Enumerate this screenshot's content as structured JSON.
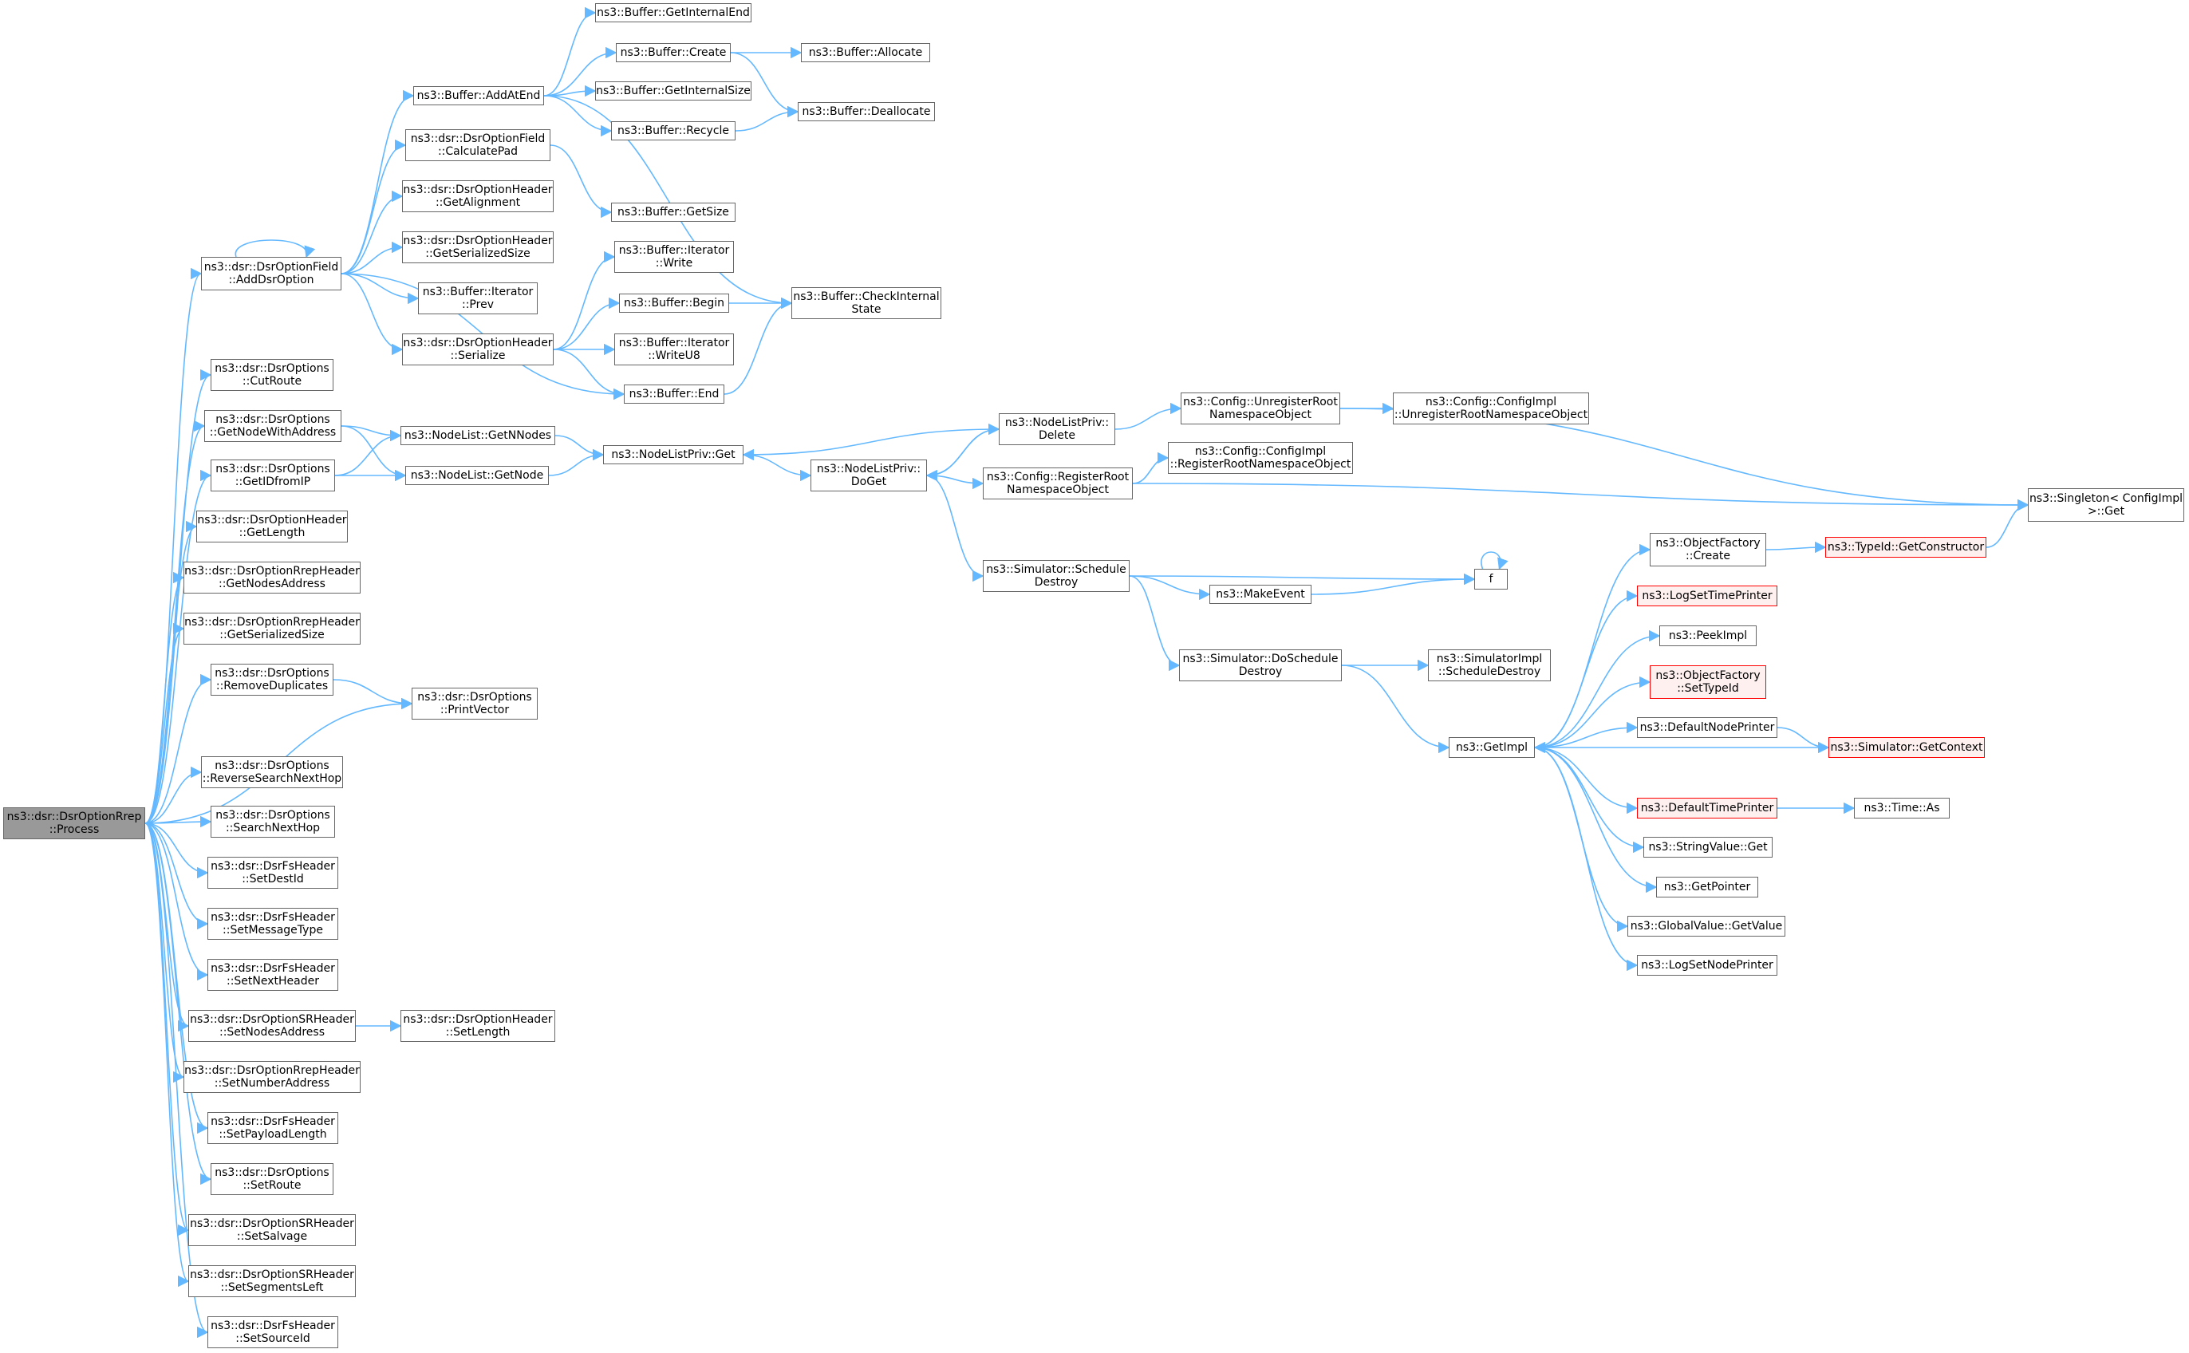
{
  "colors": {
    "edge": "#63b8ff",
    "node_border": "#666666",
    "root_fill": "#999999",
    "incomplete_border": "#ff0000",
    "incomplete_fill": "#fff0f0"
  },
  "nodes": {
    "process": [
      "ns3::dsr::DsrOptionRrep",
      "::Process"
    ],
    "addDsrOption": [
      "ns3::dsr::DsrOptionField",
      "::AddDsrOption"
    ],
    "cutRoute": [
      "ns3::dsr::DsrOptions",
      "::CutRoute"
    ],
    "getNodeWithAddress": [
      "ns3::dsr::DsrOptions",
      "::GetNodeWithAddress"
    ],
    "getIDfromIP": [
      "ns3::dsr::DsrOptions",
      "::GetIDfromIP"
    ],
    "hdrGetLength": [
      "ns3::dsr::DsrOptionHeader",
      "::GetLength"
    ],
    "rrepGetNodesAddress": [
      "ns3::dsr::DsrOptionRrepHeader",
      "::GetNodesAddress"
    ],
    "rrepGetSerializedSize": [
      "ns3::dsr::DsrOptionRrepHeader",
      "::GetSerializedSize"
    ],
    "removeDuplicates": [
      "ns3::dsr::DsrOptions",
      "::RemoveDuplicates"
    ],
    "reverseSearchNextHop": [
      "ns3::dsr::DsrOptions",
      "::ReverseSearchNextHop"
    ],
    "searchNextHop": [
      "ns3::dsr::DsrOptions",
      "::SearchNextHop"
    ],
    "setDestId": [
      "ns3::dsr::DsrFsHeader",
      "::SetDestId"
    ],
    "setMessageType": [
      "ns3::dsr::DsrFsHeader",
      "::SetMessageType"
    ],
    "setNextHeader": [
      "ns3::dsr::DsrFsHeader",
      "::SetNextHeader"
    ],
    "srSetNodesAddress": [
      "ns3::dsr::DsrOptionSRHeader",
      "::SetNodesAddress"
    ],
    "rrepSetNumberAddress": [
      "ns3::dsr::DsrOptionRrepHeader",
      "::SetNumberAddress"
    ],
    "setPayloadLength": [
      "ns3::dsr::DsrFsHeader",
      "::SetPayloadLength"
    ],
    "setRoute": [
      "ns3::dsr::DsrOptions",
      "::SetRoute"
    ],
    "setSalvage": [
      "ns3::dsr::DsrOptionSRHeader",
      "::SetSalvage"
    ],
    "setSegmentsLeft": [
      "ns3::dsr::DsrOptionSRHeader",
      "::SetSegmentsLeft"
    ],
    "setSourceId": [
      "ns3::dsr::DsrFsHeader",
      "::SetSourceId"
    ],
    "addAtEnd": [
      "ns3::Buffer::AddAtEnd"
    ],
    "calculatePad": [
      "ns3::dsr::DsrOptionField",
      "::CalculatePad"
    ],
    "getAlignment": [
      "ns3::dsr::DsrOptionHeader",
      "::GetAlignment"
    ],
    "hdrGetSerializedSize": [
      "ns3::dsr::DsrOptionHeader",
      "::GetSerializedSize"
    ],
    "iterPrev": [
      "ns3::Buffer::Iterator",
      "::Prev"
    ],
    "hdrSerialize": [
      "ns3::dsr::DsrOptionHeader",
      "::Serialize"
    ],
    "nlGetNNodes": [
      "ns3::NodeList::GetNNodes"
    ],
    "nlGetNode": [
      "ns3::NodeList::GetNode"
    ],
    "printVector": [
      "ns3::dsr::DsrOptions",
      "::PrintVector"
    ],
    "hdrSetLength": [
      "ns3::dsr::DsrOptionHeader",
      "::SetLength"
    ],
    "getInternalEnd": [
      "ns3::Buffer::GetInternalEnd"
    ],
    "bufCreate": [
      "ns3::Buffer::Create"
    ],
    "getInternalSize": [
      "ns3::Buffer::GetInternalSize"
    ],
    "bufRecycle": [
      "ns3::Buffer::Recycle"
    ],
    "bufGetSize": [
      "ns3::Buffer::GetSize"
    ],
    "iterWrite": [
      "ns3::Buffer::Iterator",
      "::Write"
    ],
    "bufBegin": [
      "ns3::Buffer::Begin"
    ],
    "iterWriteU8": [
      "ns3::Buffer::Iterator",
      "::WriteU8"
    ],
    "bufEnd": [
      "ns3::Buffer::End"
    ],
    "nlpGet": [
      "ns3::NodeListPriv::Get"
    ],
    "bufAllocate": [
      "ns3::Buffer::Allocate"
    ],
    "bufDeallocate": [
      "ns3::Buffer::Deallocate"
    ],
    "checkInternalState": [
      "ns3::Buffer::CheckInternal",
      "State"
    ],
    "nlpDoGet": [
      "ns3::NodeListPriv::",
      "DoGet"
    ],
    "nlpDelete": [
      "ns3::NodeListPriv::",
      "Delete"
    ],
    "registerRoot": [
      "ns3::Config::RegisterRoot",
      "NamespaceObject"
    ],
    "scheduleDestroy": [
      "ns3::Simulator::Schedule",
      "Destroy"
    ],
    "unregisterRoot": [
      "ns3::Config::UnregisterRoot",
      "NamespaceObject"
    ],
    "cfgImplRegister": [
      "ns3::Config::ConfigImpl",
      "::RegisterRootNamespaceObject"
    ],
    "makeEvent": [
      "ns3::MakeEvent"
    ],
    "doScheduleDestroy": [
      "ns3::Simulator::DoSchedule",
      "Destroy"
    ],
    "cfgImplUnregister": [
      "ns3::Config::ConfigImpl",
      "::UnregisterRootNamespaceObject"
    ],
    "f": [
      "f"
    ],
    "simImplScheduleDestroy": [
      "ns3::SimulatorImpl",
      "::ScheduleDestroy"
    ],
    "getImpl": [
      "ns3::GetImpl"
    ],
    "objFactoryCreate": [
      "ns3::ObjectFactory",
      "::Create"
    ],
    "logSetTimePrinter": [
      "ns3::LogSetTimePrinter"
    ],
    "peekImpl": [
      "ns3::PeekImpl"
    ],
    "objFactorySetTypeId": [
      "ns3::ObjectFactory",
      "::SetTypeId"
    ],
    "defaultNodePrinter": [
      "ns3::DefaultNodePrinter"
    ],
    "defaultTimePrinter": [
      "ns3::DefaultTimePrinter"
    ],
    "stringValueGet": [
      "ns3::StringValue::Get"
    ],
    "getPointer": [
      "ns3::GetPointer"
    ],
    "globalValueGetValue": [
      "ns3::GlobalValue::GetValue"
    ],
    "logSetNodePrinter": [
      "ns3::LogSetNodePrinter"
    ],
    "getConstructor": [
      "ns3::TypeId::GetConstructor"
    ],
    "simGetContext": [
      "ns3::Simulator::GetContext"
    ],
    "timeAs": [
      "ns3::Time::As"
    ],
    "singletonGet": [
      "ns3::Singleton< ConfigImpl",
      " >::Get"
    ]
  }
}
